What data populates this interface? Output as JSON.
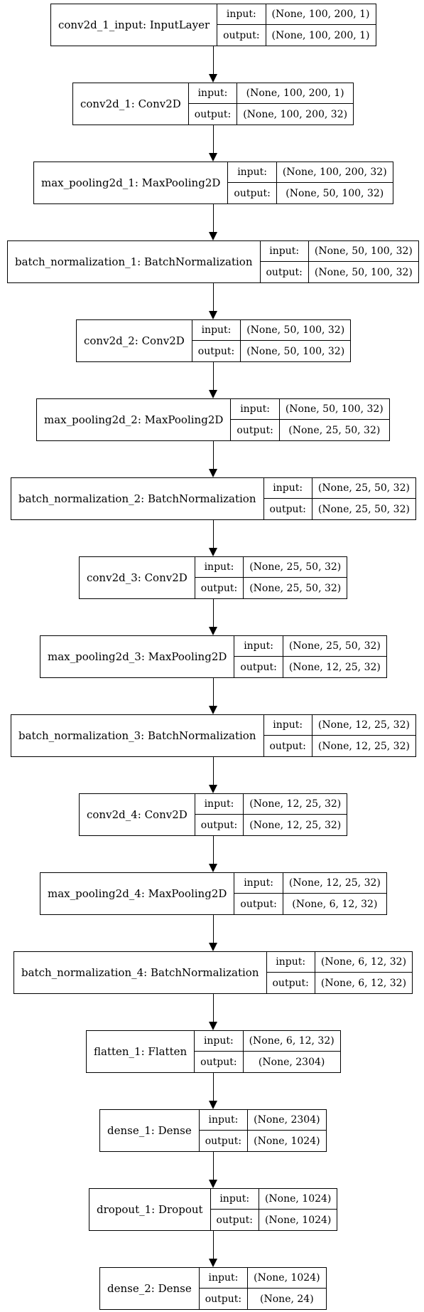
{
  "labels": {
    "input": "input:",
    "output": "output:"
  },
  "layers": [
    {
      "name": "conv2d_1_input: InputLayer",
      "input": "(None, 100, 200, 1)",
      "output": "(None, 100, 200, 1)"
    },
    {
      "name": "conv2d_1: Conv2D",
      "input": "(None, 100, 200, 1)",
      "output": "(None, 100, 200, 32)"
    },
    {
      "name": "max_pooling2d_1: MaxPooling2D",
      "input": "(None, 100, 200, 32)",
      "output": "(None, 50, 100, 32)"
    },
    {
      "name": "batch_normalization_1: BatchNormalization",
      "input": "(None, 50, 100, 32)",
      "output": "(None, 50, 100, 32)"
    },
    {
      "name": "conv2d_2: Conv2D",
      "input": "(None, 50, 100, 32)",
      "output": "(None, 50, 100, 32)"
    },
    {
      "name": "max_pooling2d_2: MaxPooling2D",
      "input": "(None, 50, 100, 32)",
      "output": "(None, 25, 50, 32)"
    },
    {
      "name": "batch_normalization_2: BatchNormalization",
      "input": "(None, 25, 50, 32)",
      "output": "(None, 25, 50, 32)"
    },
    {
      "name": "conv2d_3: Conv2D",
      "input": "(None, 25, 50, 32)",
      "output": "(None, 25, 50, 32)"
    },
    {
      "name": "max_pooling2d_3: MaxPooling2D",
      "input": "(None, 25, 50, 32)",
      "output": "(None, 12, 25, 32)"
    },
    {
      "name": "batch_normalization_3: BatchNormalization",
      "input": "(None, 12, 25, 32)",
      "output": "(None, 12, 25, 32)"
    },
    {
      "name": "conv2d_4: Conv2D",
      "input": "(None, 12, 25, 32)",
      "output": "(None, 12, 25, 32)"
    },
    {
      "name": "max_pooling2d_4: MaxPooling2D",
      "input": "(None, 12, 25, 32)",
      "output": "(None, 6, 12, 32)"
    },
    {
      "name": "batch_normalization_4: BatchNormalization",
      "input": "(None, 6, 12, 32)",
      "output": "(None, 6, 12, 32)"
    },
    {
      "name": "flatten_1: Flatten",
      "input": "(None, 6, 12, 32)",
      "output": "(None, 2304)"
    },
    {
      "name": "dense_1: Dense",
      "input": "(None, 2304)",
      "output": "(None, 1024)"
    },
    {
      "name": "dropout_1: Dropout",
      "input": "(None, 1024)",
      "output": "(None, 1024)"
    },
    {
      "name": "dense_2: Dense",
      "input": "(None, 1024)",
      "output": "(None, 24)"
    }
  ]
}
